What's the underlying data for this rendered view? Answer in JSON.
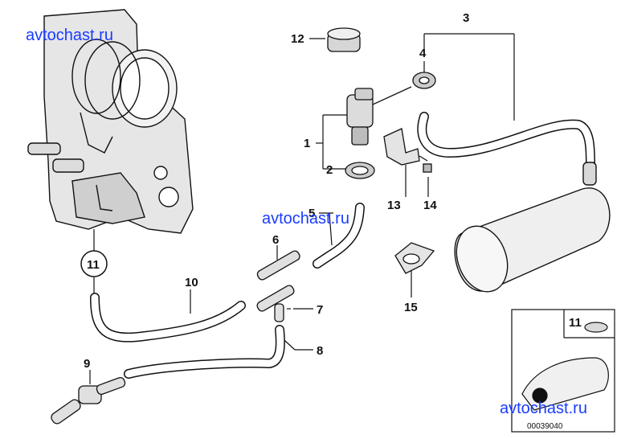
{
  "diagram": {
    "callouts": {
      "c1": "1",
      "c2": "2",
      "c3": "3",
      "c4": "4",
      "c5": "5",
      "c6": "6",
      "c7": "7",
      "c8": "8",
      "c9": "9",
      "c10": "10",
      "c11_circle": "11",
      "c11_inset": "11",
      "c12": "12",
      "c13": "13",
      "c14": "14",
      "c15": "15"
    },
    "watermarks": [
      "avtochast.ru",
      "avtochast.ru",
      "avtochast.ru"
    ],
    "document_number": "00039040"
  },
  "colors": {
    "line": "#111111",
    "watermark": "#1a3cff",
    "part_fill": "#d9d9d9",
    "part_dark": "#9a9a9a"
  }
}
